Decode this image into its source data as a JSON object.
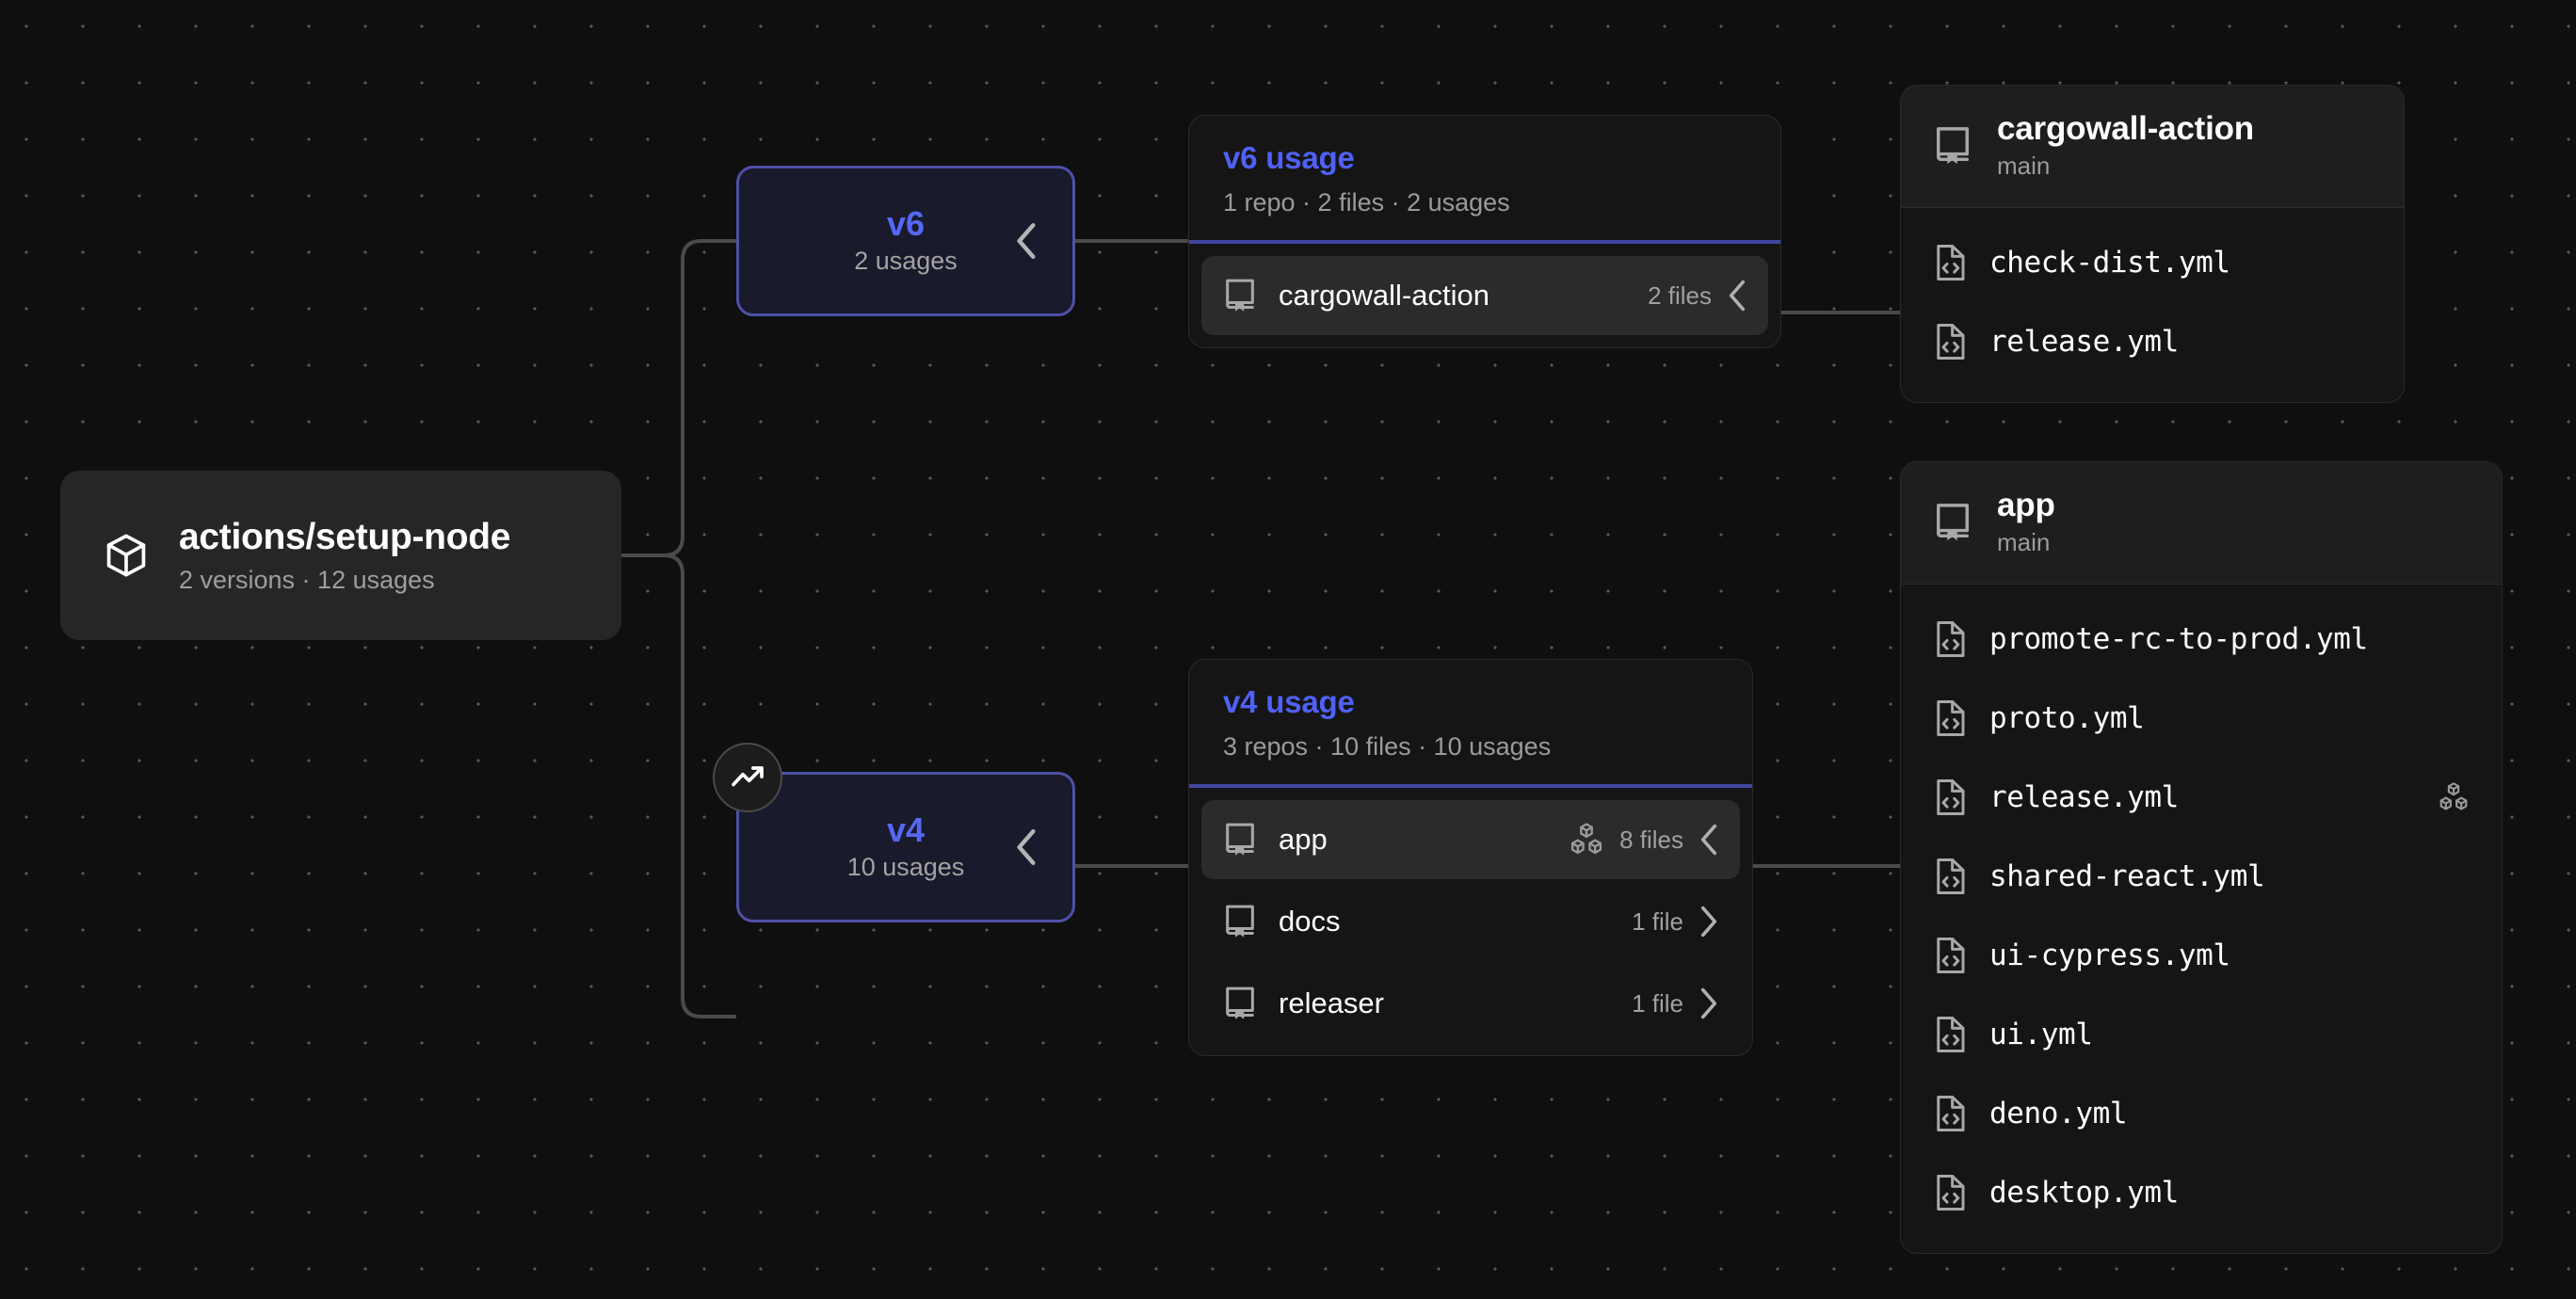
{
  "theme": {
    "background": "#0f0f0f",
    "accent_blue": "#4f61f6",
    "node_border": "#4e51a8",
    "node_fill": "#191a2b",
    "card_fill": "#151515",
    "muted_text": "#9b9b9b"
  },
  "root": {
    "icon": "cube-icon",
    "title": "actions/setup-node",
    "subtitle": "2 versions · 12 usages"
  },
  "versions": [
    {
      "id": "v6",
      "label": "v6",
      "usages": "2 usages",
      "chevron": "chevron-left-icon",
      "badge": null
    },
    {
      "id": "v4",
      "label": "v4",
      "usages": "10 usages",
      "chevron": "chevron-left-icon",
      "badge": "trending-up-icon"
    }
  ],
  "usage_cards": [
    {
      "id": "v6-usage",
      "title": "v6 usage",
      "meta": "1 repo · 2 files · 2 usages",
      "repos": [
        {
          "name": "cargowall-action",
          "count": "2 files",
          "chevron": "chevron-left-icon",
          "active": true,
          "has_cubes": false
        }
      ]
    },
    {
      "id": "v4-usage",
      "title": "v4 usage",
      "meta": "3 repos · 10 files · 10 usages",
      "repos": [
        {
          "name": "app",
          "count": "8 files",
          "chevron": "chevron-left-icon",
          "active": true,
          "has_cubes": true
        },
        {
          "name": "docs",
          "count": "1 file",
          "chevron": "chevron-right-icon",
          "active": false,
          "has_cubes": false
        },
        {
          "name": "releaser",
          "count": "1 file",
          "chevron": "chevron-right-icon",
          "active": false,
          "has_cubes": false
        }
      ]
    }
  ],
  "file_cards": [
    {
      "id": "cargowall-action",
      "title": "cargowall-action",
      "branch": "main",
      "icon": "repo-book-icon",
      "files": [
        {
          "name": "check-dist.yml",
          "icon": "code-file-icon",
          "has_cubes": false
        },
        {
          "name": "release.yml",
          "icon": "code-file-icon",
          "has_cubes": false
        }
      ]
    },
    {
      "id": "app",
      "title": "app",
      "branch": "main",
      "icon": "repo-book-icon",
      "files": [
        {
          "name": "promote-rc-to-prod.yml",
          "icon": "code-file-icon",
          "has_cubes": false
        },
        {
          "name": "proto.yml",
          "icon": "code-file-icon",
          "has_cubes": false
        },
        {
          "name": "release.yml",
          "icon": "code-file-icon",
          "has_cubes": true
        },
        {
          "name": "shared-react.yml",
          "icon": "code-file-icon",
          "has_cubes": false
        },
        {
          "name": "ui-cypress.yml",
          "icon": "code-file-icon",
          "has_cubes": false
        },
        {
          "name": "ui.yml",
          "icon": "code-file-icon",
          "has_cubes": false
        },
        {
          "name": "deno.yml",
          "icon": "code-file-icon",
          "has_cubes": false
        },
        {
          "name": "desktop.yml",
          "icon": "code-file-icon",
          "has_cubes": false
        }
      ]
    }
  ]
}
